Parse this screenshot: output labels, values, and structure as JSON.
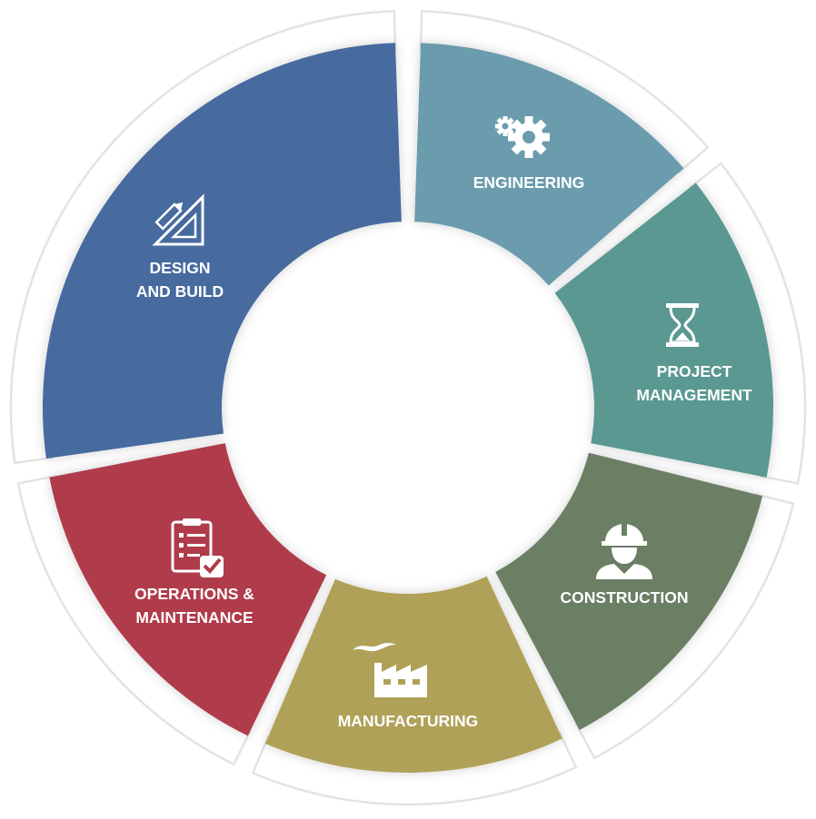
{
  "segments": [
    {
      "id": "engineering",
      "label_lines": [
        "ENGINEERING"
      ],
      "color": "#6b9cad",
      "icon": "gears-icon"
    },
    {
      "id": "project-management",
      "label_lines": [
        "PROJECT",
        "MANAGEMENT"
      ],
      "color": "#5a9891",
      "icon": "hourglass-icon"
    },
    {
      "id": "construction",
      "label_lines": [
        "CONSTRUCTION"
      ],
      "color": "#6a7f63",
      "icon": "hardhat-worker-icon"
    },
    {
      "id": "manufacturing",
      "label_lines": [
        "MANUFACTURING"
      ],
      "color": "#b0a158",
      "icon": "factory-icon"
    },
    {
      "id": "operations-maintenance",
      "label_lines": [
        "OPERATIONS &",
        "MAINTENANCE"
      ],
      "color": "#b03b4b",
      "icon": "checklist-icon"
    },
    {
      "id": "design-build",
      "label_lines": [
        "DESIGN",
        "AND BUILD"
      ],
      "color": "#476a9f",
      "icon": "ruler-pencil-icon"
    }
  ]
}
